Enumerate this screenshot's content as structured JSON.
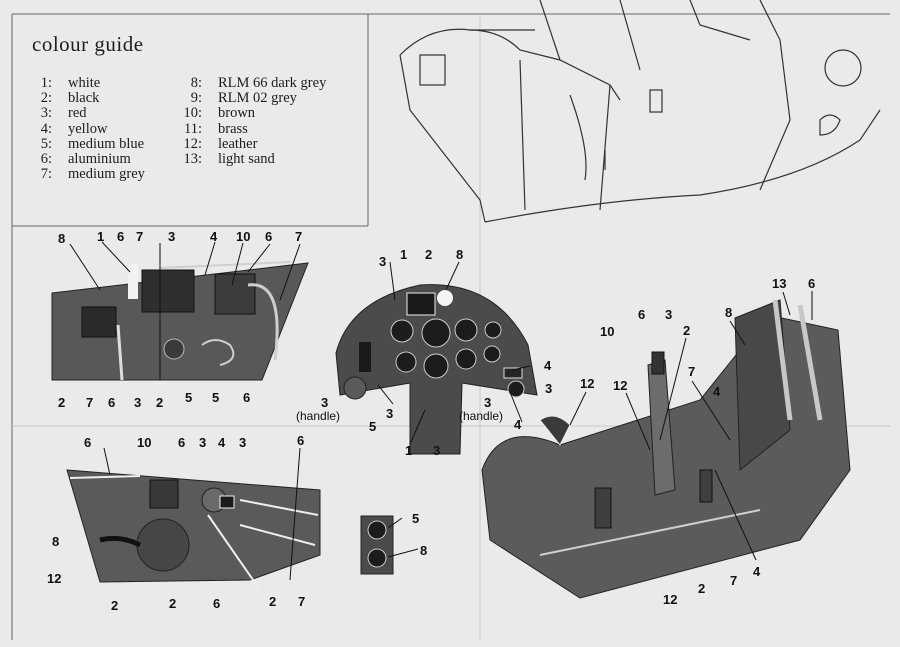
{
  "colour_guide": {
    "title": "colour guide",
    "left_column": [
      {
        "num": "1:",
        "name": "white"
      },
      {
        "num": "2:",
        "name": "black"
      },
      {
        "num": "3:",
        "name": "red"
      },
      {
        "num": "4:",
        "name": "yellow"
      },
      {
        "num": "5:",
        "name": "medium blue"
      },
      {
        "num": "6:",
        "name": "aluminium"
      },
      {
        "num": "7:",
        "name": "medium grey"
      }
    ],
    "right_column": [
      {
        "num": "8:",
        "name": "RLM 66 dark grey"
      },
      {
        "num": "9:",
        "name": "RLM 02 grey"
      },
      {
        "num": "10:",
        "name": "brown"
      },
      {
        "num": "11:",
        "name": "brass"
      },
      {
        "num": "12:",
        "name": "leather"
      },
      {
        "num": "13:",
        "name": "light sand"
      }
    ]
  },
  "left_wall_callouts": {
    "top": [
      "8",
      "1",
      "6",
      "7",
      "3",
      "4",
      "10",
      "6",
      "7"
    ],
    "bottom": [
      "2",
      "7",
      "6",
      "3",
      "2",
      "5",
      "5",
      "6"
    ]
  },
  "instrument_panel_callouts": {
    "top": [
      "3",
      "1",
      "2",
      "8"
    ],
    "right": [
      "4",
      "3",
      "3",
      "4"
    ],
    "right_note": "(handle)",
    "left": [
      "3",
      "5",
      "3"
    ],
    "left_note": "(handle)",
    "bottom": [
      "1",
      "3"
    ]
  },
  "right_wall_callouts": {
    "top": [
      "6",
      "10",
      "6",
      "3",
      "4",
      "3",
      "6"
    ],
    "left": [
      "8",
      "12"
    ],
    "bottom": [
      "2",
      "2",
      "6",
      "2",
      "7"
    ]
  },
  "small_panel_callouts": [
    "5",
    "8"
  ],
  "cockpit_tub_callouts": {
    "top": [
      "13",
      "6",
      "6",
      "3",
      "8",
      "10",
      "2",
      "12",
      "12",
      "7"
    ],
    "bottom": [
      "4",
      "12",
      "2",
      "7",
      "4"
    ]
  }
}
